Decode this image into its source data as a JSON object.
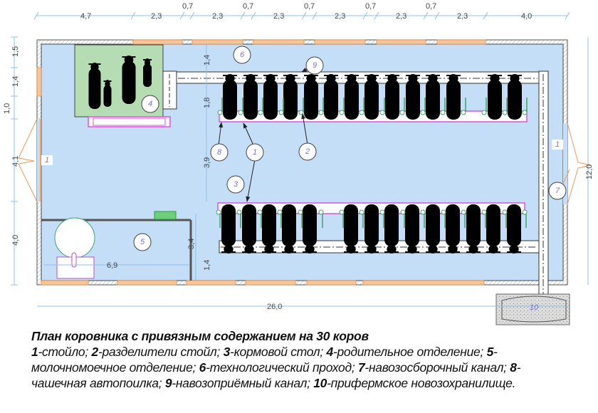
{
  "dimensions": {
    "top": [
      "4,7",
      "2,3",
      "0,7",
      "2,3",
      "0,7",
      "2,3",
      "0,7",
      "2,3",
      "0,7",
      "2,3",
      "0,7",
      "2,3",
      "4,0"
    ],
    "left": [
      "1,5",
      "1,4",
      "1,0",
      "4,1",
      "4,0"
    ],
    "inner": [
      "1,4",
      "1,8",
      "3,9",
      "3,4",
      "1,4",
      "6,9"
    ],
    "bottom": "26,0",
    "right": "12,0"
  },
  "labels": {
    "door_left": "1",
    "door_right": "1",
    "n1": "1",
    "n2": "2",
    "n3": "3",
    "n4": "4",
    "n5": "5",
    "n6": "6",
    "n7": "7",
    "n8": "8",
    "n9": "9",
    "n10": "10"
  },
  "colors": {
    "floor": "#c5def7",
    "maternity": "#b5dcb3",
    "feeder": "#e050e0",
    "window": "#f0a060",
    "drinker": "#3aa56a",
    "dim": "#8cc0e8"
  },
  "caption": {
    "title": "План коровника с привязным содержанием на 30 коров",
    "items": [
      {
        "num": "1",
        "text": "-стойло; "
      },
      {
        "num": "2",
        "text": "-разделители стойл; "
      },
      {
        "num": "3",
        "text": "-кормовой стол; "
      },
      {
        "num": "4",
        "text": "-родительное отделение; "
      },
      {
        "num": "5",
        "text": "-молочномоечное отделение; "
      },
      {
        "num": "6",
        "text": "-технологический проход; "
      },
      {
        "num": "7",
        "text": "-навозосборочный канал; "
      },
      {
        "num": "8",
        "text": "-чашечная автопоилка; "
      },
      {
        "num": "9",
        "text": "-навозоприёмный канал; "
      },
      {
        "num": "10",
        "text": "-прифермское новозохранилище."
      }
    ]
  }
}
